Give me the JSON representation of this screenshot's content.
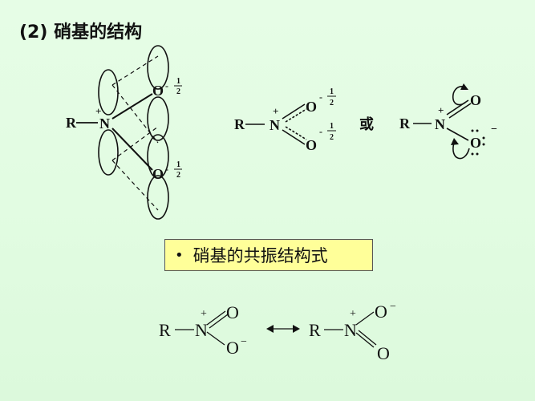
{
  "title": "(2) 硝基的结构",
  "orbital_diagram": {
    "r_label": "R",
    "n_label": "N",
    "n_charge": "+",
    "o1_label": "O",
    "o2_label": "O",
    "o_charge_sign": "-",
    "o_charge_num": "1",
    "o_charge_den": "2"
  },
  "delocalized_structure": {
    "r_label": "R",
    "n_label": "N",
    "n_charge": "+",
    "o1_label": "O",
    "o2_label": "O",
    "o_charge_sign": "-",
    "o_charge_num": "1",
    "o_charge_den": "2"
  },
  "or_text": "或",
  "arrow_structure": {
    "r_label": "R",
    "n_label": "N",
    "n_charge": "+",
    "o1_label": "O",
    "o2_label": "O",
    "o2_charge": "−",
    "lone_pairs": ":"
  },
  "resonance_box": {
    "bullet": "•",
    "label": "硝基的共振结构式"
  },
  "resonance": {
    "left": {
      "r_label": "R",
      "n_label": "N",
      "n_charge": "+",
      "o_top": "O",
      "o_bottom": "O",
      "o_bottom_charge": "−"
    },
    "arrow": "↔",
    "right": {
      "r_label": "R",
      "n_label": "N",
      "n_charge": "+",
      "o_top": "O",
      "o_top_charge": "−",
      "o_bottom": "O"
    }
  },
  "colors": {
    "background": "#e2fce2",
    "box_fill": "#ffff99",
    "ink": "#111111"
  }
}
